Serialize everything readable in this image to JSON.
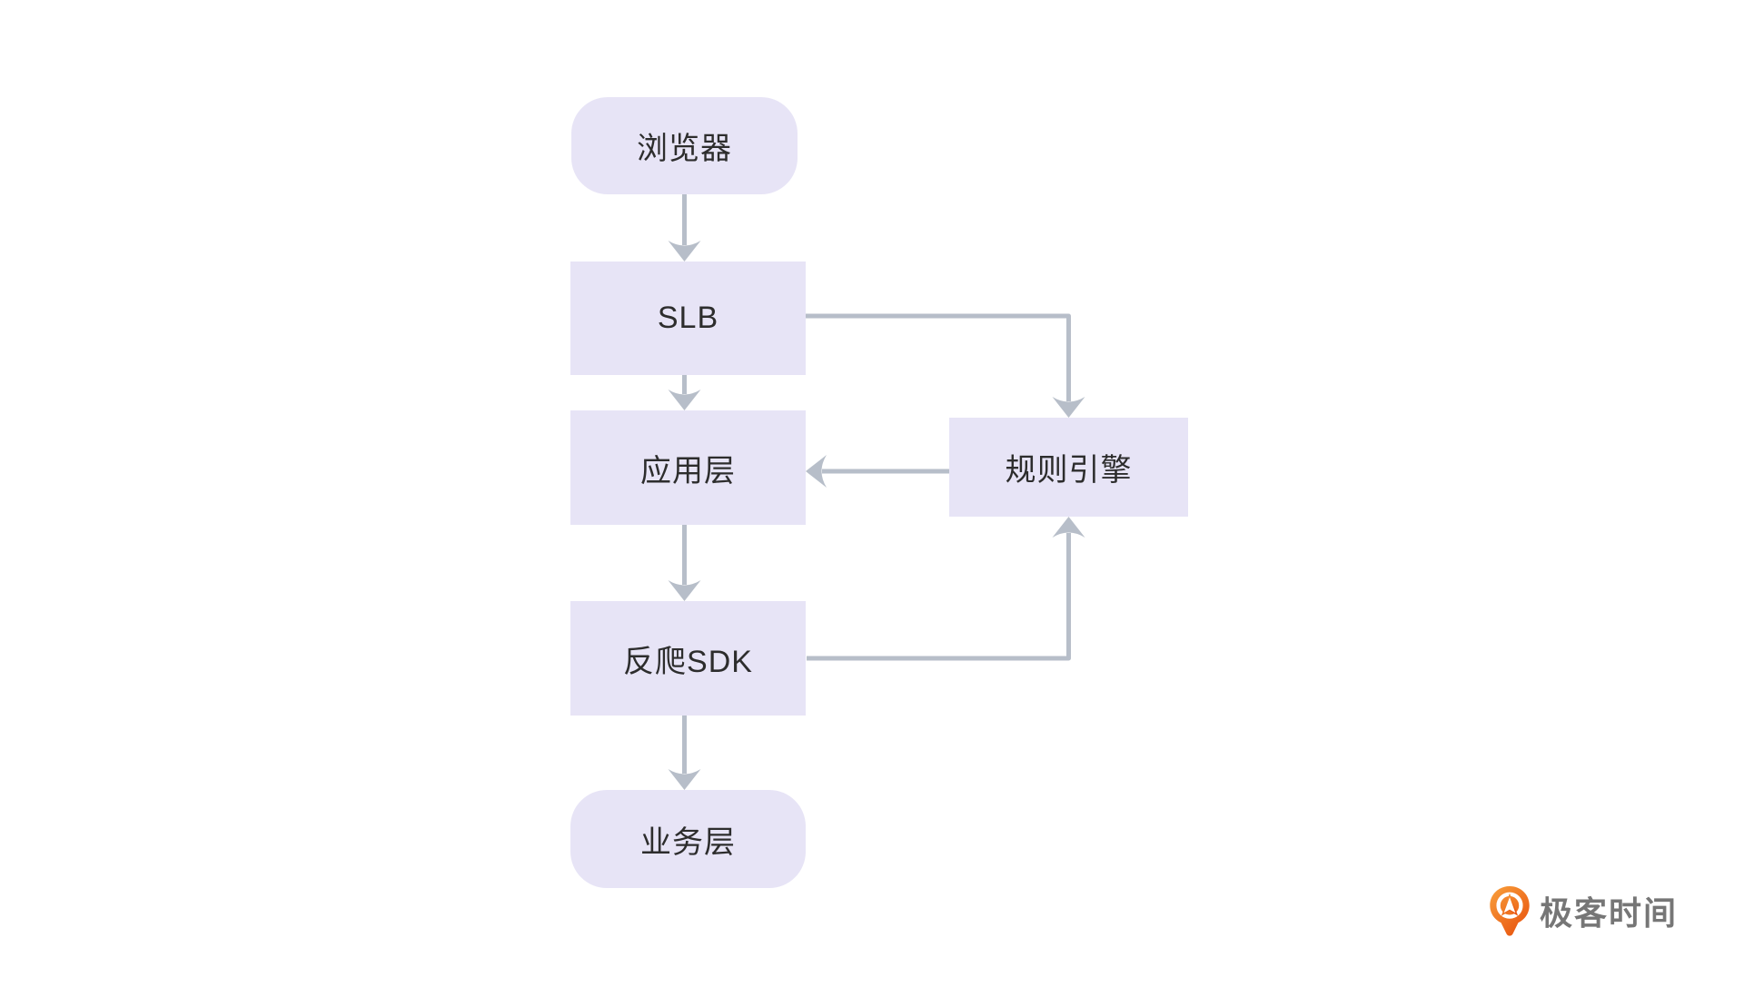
{
  "diagram": {
    "type": "flowchart",
    "nodes": [
      {
        "id": "browser",
        "label": "浏览器",
        "shape": "rounded"
      },
      {
        "id": "slb",
        "label": "SLB",
        "shape": "rect"
      },
      {
        "id": "app-layer",
        "label": "应用层",
        "shape": "rect"
      },
      {
        "id": "anti-crawl-sdk",
        "label": "反爬SDK",
        "shape": "rect"
      },
      {
        "id": "business-layer",
        "label": "业务层",
        "shape": "rounded"
      },
      {
        "id": "rule-engine",
        "label": "规则引擎",
        "shape": "rect"
      }
    ],
    "edges": [
      {
        "from": "浏览器",
        "to": "SLB",
        "direction": "down"
      },
      {
        "from": "SLB",
        "to": "应用层",
        "direction": "down"
      },
      {
        "from": "SLB",
        "to": "规则引擎",
        "direction": "right-then-down"
      },
      {
        "from": "规则引擎",
        "to": "应用层",
        "direction": "left"
      },
      {
        "from": "应用层",
        "to": "反爬SDK",
        "direction": "down"
      },
      {
        "from": "反爬SDK",
        "to": "规则引擎",
        "direction": "right-then-up"
      },
      {
        "from": "反爬SDK",
        "to": "业务层",
        "direction": "down"
      }
    ],
    "colors": {
      "node_fill": "#e7e4f6",
      "node_text": "#2d2d2d",
      "arrow": "#b7bec9"
    }
  },
  "watermark": {
    "logo_icon": "geektime-pin-icon",
    "logo_text": "极客时间",
    "brand_orange": "#ee6113",
    "brand_orange_light": "#f9a13c",
    "text_color": "#767676"
  }
}
